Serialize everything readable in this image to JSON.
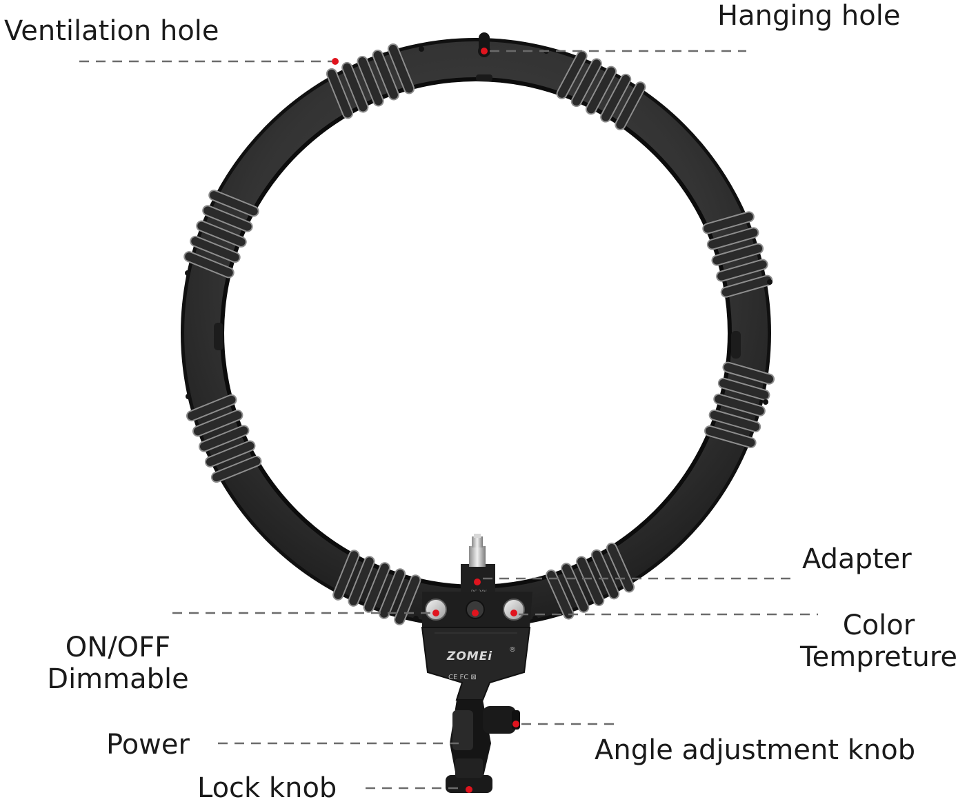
{
  "labels": {
    "ventilation_hole": "Ventilation hole",
    "hanging_hole": "Hanging hole",
    "adapter": "Adapter",
    "color_temperature_line1": "Color",
    "color_temperature_line2": "Tempreture",
    "on_off_line1": "ON/OFF",
    "on_off_line2": "Dimmable",
    "power": "Power",
    "angle_adjustment_knob": "Angle adjustment knob",
    "lock_knob": "Lock knob"
  },
  "device": {
    "brand": "ZOMEi",
    "brand_mark": "®",
    "certification": "CE FC ⊠",
    "input_rating": "DC 24V"
  },
  "colors": {
    "ring_body": "#2e2e2e",
    "ring_edge": "#141414",
    "marker_red": "#e0141e",
    "leader_line": "#6b6b6b",
    "label_text": "#1a1a1a"
  }
}
